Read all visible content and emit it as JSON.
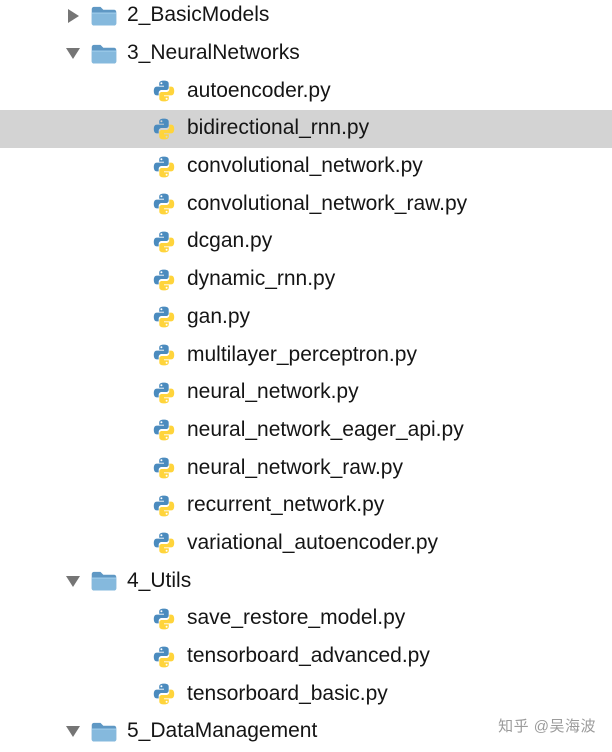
{
  "watermark": "知乎 @吴海波",
  "colors": {
    "selection_bg": "#d3d3d3",
    "text": "#151515",
    "disclosure_gray": "#757575",
    "folder_blue": "#6fa8d2",
    "folder_blue_light": "#8fc1e4",
    "python_blue": "#4b8bbe",
    "python_yellow": "#ffd43b",
    "watermark_gray": "#9b9b9b"
  },
  "icons": {
    "disclosure_collapsed": "triangle-right",
    "disclosure_expanded": "triangle-down",
    "folder": "folder-icon",
    "python_file": "python-file-icon"
  },
  "tree": {
    "items": [
      {
        "type": "folder",
        "state": "collapsed",
        "selected": false,
        "label": "2_BasicModels"
      },
      {
        "type": "folder",
        "state": "expanded",
        "selected": false,
        "label": "3_NeuralNetworks"
      },
      {
        "type": "file",
        "selected": false,
        "label": "autoencoder.py"
      },
      {
        "type": "file",
        "selected": true,
        "label": "bidirectional_rnn.py"
      },
      {
        "type": "file",
        "selected": false,
        "label": "convolutional_network.py"
      },
      {
        "type": "file",
        "selected": false,
        "label": "convolutional_network_raw.py"
      },
      {
        "type": "file",
        "selected": false,
        "label": "dcgan.py"
      },
      {
        "type": "file",
        "selected": false,
        "label": "dynamic_rnn.py"
      },
      {
        "type": "file",
        "selected": false,
        "label": "gan.py"
      },
      {
        "type": "file",
        "selected": false,
        "label": "multilayer_perceptron.py"
      },
      {
        "type": "file",
        "selected": false,
        "label": "neural_network.py"
      },
      {
        "type": "file",
        "selected": false,
        "label": "neural_network_eager_api.py"
      },
      {
        "type": "file",
        "selected": false,
        "label": "neural_network_raw.py"
      },
      {
        "type": "file",
        "selected": false,
        "label": "recurrent_network.py"
      },
      {
        "type": "file",
        "selected": false,
        "label": "variational_autoencoder.py"
      },
      {
        "type": "folder",
        "state": "expanded",
        "selected": false,
        "label": "4_Utils"
      },
      {
        "type": "file",
        "selected": false,
        "label": "save_restore_model.py"
      },
      {
        "type": "file",
        "selected": false,
        "label": "tensorboard_advanced.py"
      },
      {
        "type": "file",
        "selected": false,
        "label": "tensorboard_basic.py"
      },
      {
        "type": "folder",
        "state": "expanded",
        "selected": false,
        "label": "5_DataManagement"
      }
    ]
  }
}
